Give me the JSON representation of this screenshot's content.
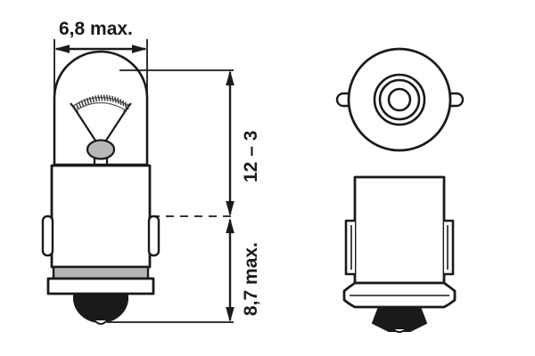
{
  "drawing": {
    "title": "Bulb outline drawing BA9s",
    "background_color": "#ffffff",
    "line_color": "#1a1a1a",
    "fill_color": "#ffffff",
    "metal_band_color": "#b5b5b5",
    "bead_color": "#b8b8b8",
    "contact_color": "#1a1a1a"
  },
  "dimensions": {
    "width_label": "6,8 max.",
    "overall_height_label": "12 – 3",
    "cap_height_label": "8,7 max."
  },
  "views": {
    "elevation": {
      "name": "elevation-view",
      "parts": {
        "glass_envelope": "glass-envelope",
        "filament": "filament-coil",
        "lead_wires": "lead-wires",
        "bead": "glass-bead",
        "cap": "metal-cap",
        "pin_left": "bayonet-pin-left",
        "pin_right": "bayonet-pin-right",
        "metal_band": "cap-metal-band",
        "flange": "cap-flange",
        "contact": "solder-contact"
      }
    },
    "bottom": {
      "name": "bottom-view",
      "parts": {
        "outer_circle": "cap-outer-circle",
        "ring_outer": "contact-ring-outer",
        "ring_middle": "contact-ring-middle",
        "ring_inner": "contact-ring-inner",
        "pin_left": "bayonet-pin-left",
        "pin_right": "bayonet-pin-right"
      }
    },
    "side": {
      "name": "side-view",
      "parts": {
        "cap_body": "cap-body",
        "pin_left": "bayonet-pin-left",
        "pin_right": "bayonet-pin-right",
        "flange": "cap-flange",
        "contact": "solder-contact"
      }
    }
  },
  "annotations": {
    "width_dimension_line": "width-dimension-line",
    "height_dimension_line": "overall-height-dimension-line",
    "cap_dimension_line": "cap-height-dimension-line",
    "dashed_reference_line": "pin-reference-dashed-line",
    "baseline": "bottom-reference-line",
    "top_extension": "top-extension-line"
  }
}
